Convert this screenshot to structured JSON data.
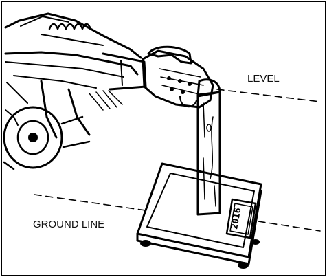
{
  "labels": {
    "level": "LEVEL",
    "ground_line": "GROUND LINE"
  },
  "scale_display": "2016",
  "colors": {
    "ink": "#000000",
    "paper": "#ffffff"
  }
}
